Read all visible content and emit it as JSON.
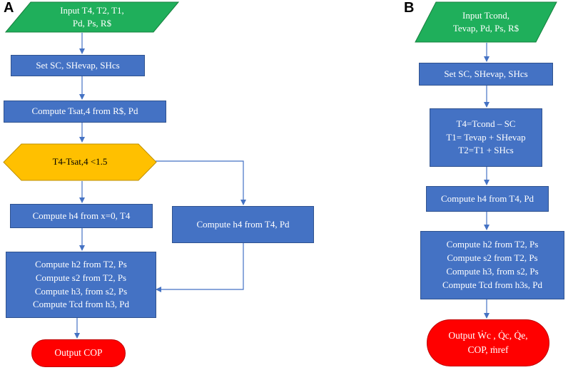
{
  "panels": {
    "a_label": "A",
    "b_label": "B"
  },
  "flow_a": {
    "input": [
      "Input T4, T2, T1,",
      "Pd, Ps, R$"
    ],
    "set_sc": "Set SC, SHevap, SHcs",
    "compute_tsat": "Compute Tsat,4 from R$, Pd",
    "decision": "T4-Tsat,4 <1.5",
    "compute_h4_x0": "Compute h4 from x=0, T4",
    "compute_h4_t4pd": "Compute h4 from T4, Pd",
    "compute_block": [
      "Compute h2 from T2, Ps",
      "Compute s2 from T2, Ps",
      "Compute h3, from s2, Ps",
      "Compute Tcd from h3, Pd"
    ],
    "output": "Output COP"
  },
  "flow_b": {
    "input": [
      "Input Tcond,",
      "Tevap, Pd, Ps, R$"
    ],
    "set_sc": "Set SC, SHevap, SHcs",
    "temps": [
      "T4=Tcond – SC",
      "T1= Tevap + SHevap",
      "T2=T1 + SHcs"
    ],
    "compute_h4": "Compute h4 from T4, Pd",
    "compute_block": [
      "Compute h2 from T2, Ps",
      "Compute s2 from T2, Ps",
      "Compute h3, from s2, Ps",
      "Compute Tcd from h3s, Pd"
    ],
    "output": [
      "Output Ẇc , Q̇c, Q̇e,",
      "COP, ṁref"
    ]
  },
  "colors": {
    "process": "#4472C4",
    "input": "#1FAF5B",
    "decision": "#FFC000",
    "terminal": "#FF0000",
    "arrow": "#4472C4"
  }
}
